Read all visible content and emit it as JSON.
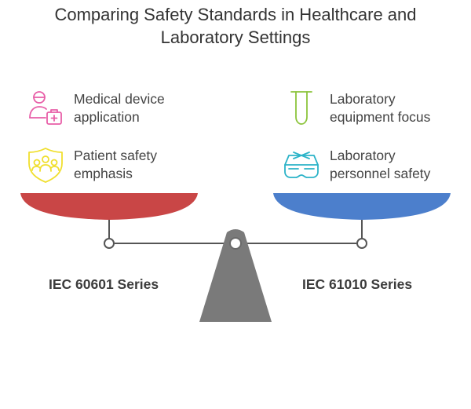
{
  "title": {
    "line1": "Comparing Safety Standards in Healthcare and",
    "line2": "Laboratory Settings"
  },
  "left": {
    "series": "IEC 60601 Series",
    "pan_color": "#c94646",
    "items": [
      {
        "icon": "doctor-medkit-icon",
        "line1": "Medical device",
        "line2": "application",
        "color": "#e85fa8"
      },
      {
        "icon": "patients-shield-icon",
        "line1": "Patient safety",
        "line2": "emphasis",
        "color": "#f0df2e"
      }
    ]
  },
  "right": {
    "series": "IEC 61010 Series",
    "pan_color": "#4c7fcc",
    "items": [
      {
        "icon": "test-tube-icon",
        "line1": "Laboratory",
        "line2": "equipment focus",
        "color": "#8cc43c"
      },
      {
        "icon": "safety-goggles-icon",
        "line1": "Laboratory",
        "line2": "personnel safety",
        "color": "#2bb3c8"
      }
    ]
  },
  "colors": {
    "beam": "#555555",
    "fulcrum": "#7a7a7a"
  }
}
